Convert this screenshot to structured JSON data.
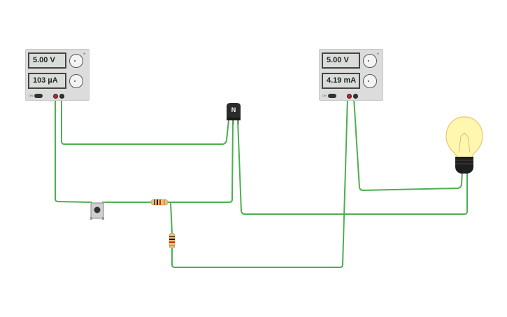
{
  "supplies": [
    {
      "id": "psu-left",
      "voltage": "5.00 V",
      "current": "103 µA"
    },
    {
      "id": "psu-right",
      "voltage": "5.00 V",
      "current": "4.19 mA"
    }
  ],
  "transistor": {
    "label": "N"
  },
  "colors": {
    "wire": "#4caf50",
    "psu_body": "#dcdcdc",
    "display": "#d9ddd9",
    "bulb_glass": "#fff6b0",
    "terminal_red": "#cc2222",
    "terminal_black": "#333333"
  }
}
